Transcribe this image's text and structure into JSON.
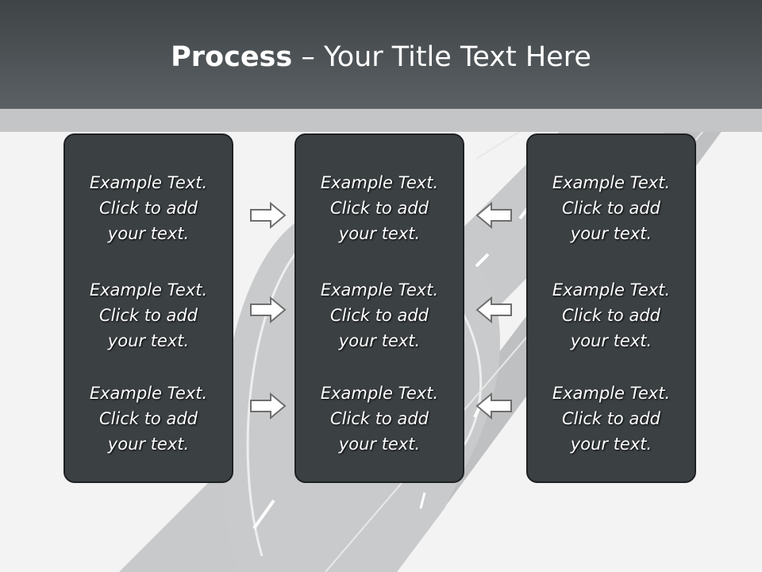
{
  "slide": {
    "title_bold": "Process",
    "title_rest": " – Your Title Text Here"
  },
  "columns": [
    {
      "blocks": [
        {
          "text": "Example Text.\nClick  to add\nyour text."
        },
        {
          "text": "Example Text.\nClick  to add\nyour text."
        },
        {
          "text": "Example Text.\nClick  to add\nyour text."
        }
      ]
    },
    {
      "blocks": [
        {
          "text": "Example Text.\nClick  to add\nyour text."
        },
        {
          "text": "Example Text.\nClick  to add\nyour text."
        },
        {
          "text": "Example Text.\nClick  to add\nyour text."
        }
      ]
    },
    {
      "blocks": [
        {
          "text": "Example Text.\nClick  to add\nyour text."
        },
        {
          "text": "Example Text.\nClick  to add\nyour text."
        },
        {
          "text": "Example Text.\nClick  to add\nyour text."
        }
      ]
    }
  ],
  "arrows": {
    "left_group": "right-arrow-icon",
    "right_group": "left-arrow-icon"
  },
  "colors": {
    "header": "#4a4f52",
    "panel": "#3b4043",
    "road": "#c9cacb"
  }
}
